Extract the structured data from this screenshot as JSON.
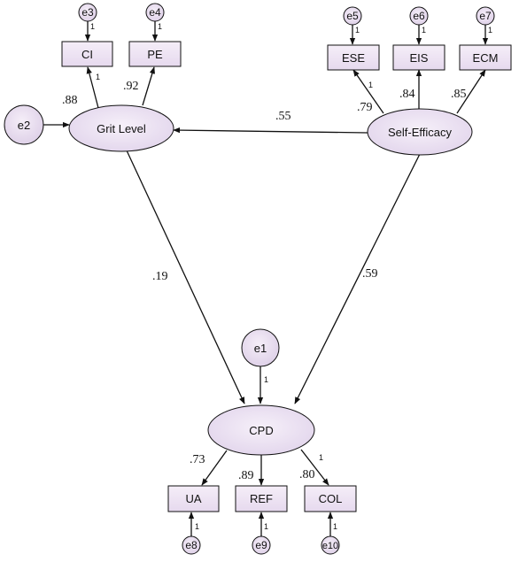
{
  "latents": {
    "grit": "Grit Level",
    "self_efficacy": "Self-Efficacy",
    "cpd": "CPD"
  },
  "observed": {
    "ci": "CI",
    "pe": "PE",
    "ese": "ESE",
    "eis": "EIS",
    "ecm": "ECM",
    "ua": "UA",
    "ref": "REF",
    "col": "COL"
  },
  "errors": {
    "e1": "e1",
    "e2": "e2",
    "e3": "e3",
    "e4": "e4",
    "e5": "e5",
    "e6": "e6",
    "e7": "e7",
    "e8": "e8",
    "e9": "e9",
    "e10": "e10"
  },
  "coefficients": {
    "grit_ci": ".88",
    "grit_pe": ".92",
    "se_ese": ".79",
    "se_eis": ".84",
    "se_ecm": ".85",
    "se_grit": ".55",
    "grit_cpd": ".19",
    "se_cpd": ".59",
    "cpd_ua": ".73",
    "cpd_ref": ".89",
    "cpd_col": ".80"
  },
  "fixed_paths": {
    "e3_ci": "1",
    "e4_pe": "1",
    "grit_ci": "1",
    "e5_ese": "1",
    "e6_eis": "1",
    "e7_ecm": "1",
    "se_ese": "1",
    "e1_cpd": "1",
    "cpd_col": "1",
    "e8_ua": "1",
    "e9_ref": "1",
    "e10_col": "1"
  },
  "colors": {
    "box_fill": "#ece2f1",
    "ellipse_fill": "#ede3f3",
    "stroke": "#111111"
  }
}
